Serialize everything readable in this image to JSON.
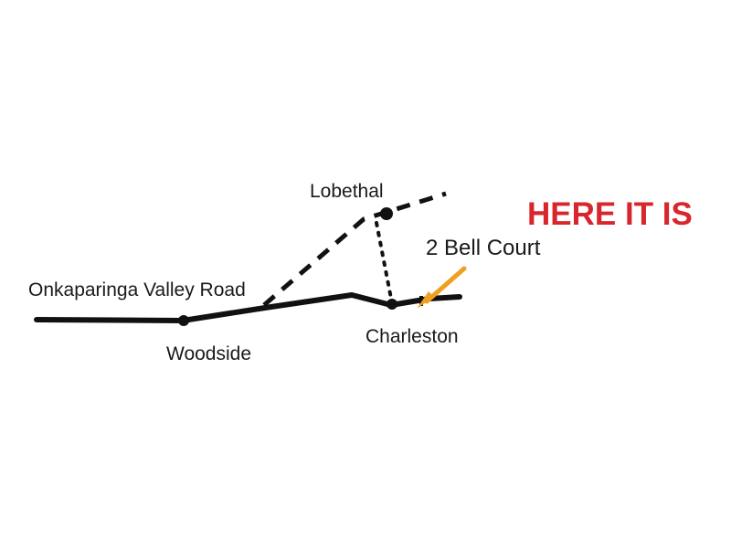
{
  "map": {
    "roads": {
      "main_road_label": "Onkaparinga Valley Road"
    },
    "places": {
      "woodside": "Woodside",
      "charleston": "Charleston",
      "lobethal": "Lobethal"
    },
    "callout": {
      "address": "2 Bell Court",
      "headline": "HERE IT IS"
    },
    "colors": {
      "road": "#111111",
      "arrow": "#f0a020",
      "headline": "#d8262d"
    }
  }
}
